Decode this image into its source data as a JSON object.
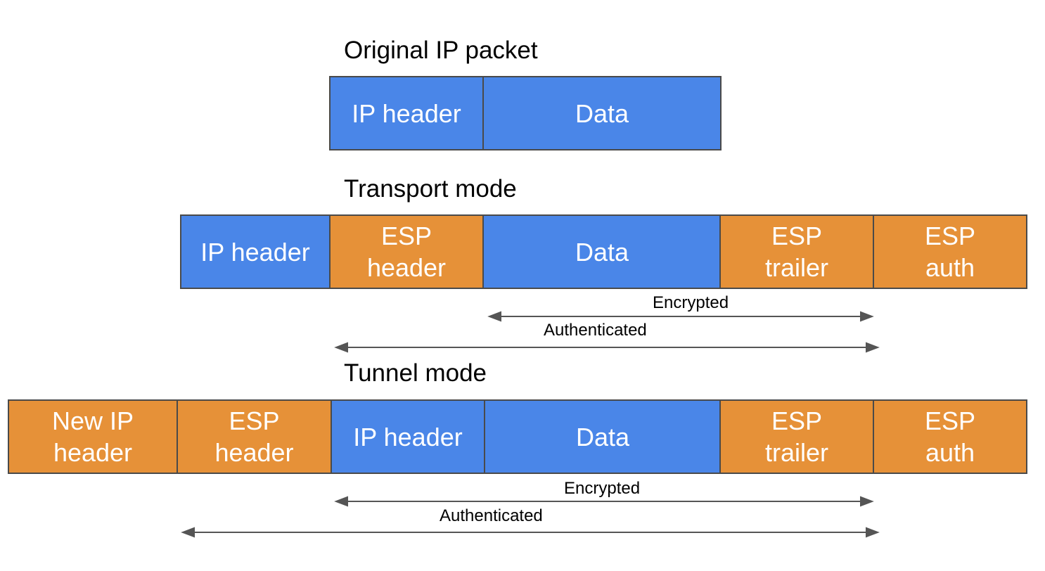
{
  "original": {
    "title": "Original IP packet",
    "cells": [
      {
        "label": "IP header",
        "color": "#4a86e8"
      },
      {
        "label": "Data",
        "color": "#4a86e8"
      }
    ]
  },
  "transport": {
    "title": "Transport mode",
    "cells": [
      {
        "label": "IP header",
        "color": "#4a86e8"
      },
      {
        "label": "ESP\nheader",
        "color": "#e69138"
      },
      {
        "label": "Data",
        "color": "#4a86e8"
      },
      {
        "label": "ESP\ntrailer",
        "color": "#e69138"
      },
      {
        "label": "ESP\nauth",
        "color": "#e69138"
      }
    ],
    "encrypted_label": "Encrypted",
    "authenticated_label": "Authenticated"
  },
  "tunnel": {
    "title": "Tunnel mode",
    "cells": [
      {
        "label": "New IP\nheader",
        "color": "#e69138"
      },
      {
        "label": "ESP\nheader",
        "color": "#e69138"
      },
      {
        "label": "IP header",
        "color": "#4a86e8"
      },
      {
        "label": "Data",
        "color": "#4a86e8"
      },
      {
        "label": "ESP\ntrailer",
        "color": "#e69138"
      },
      {
        "label": "ESP\nauth",
        "color": "#e69138"
      }
    ],
    "encrypted_label": "Encrypted",
    "authenticated_label": "Authenticated"
  },
  "colors": {
    "blue": "#4a86e8",
    "orange": "#e69138",
    "border": "#4a4a4a",
    "arrow": "#555555"
  }
}
